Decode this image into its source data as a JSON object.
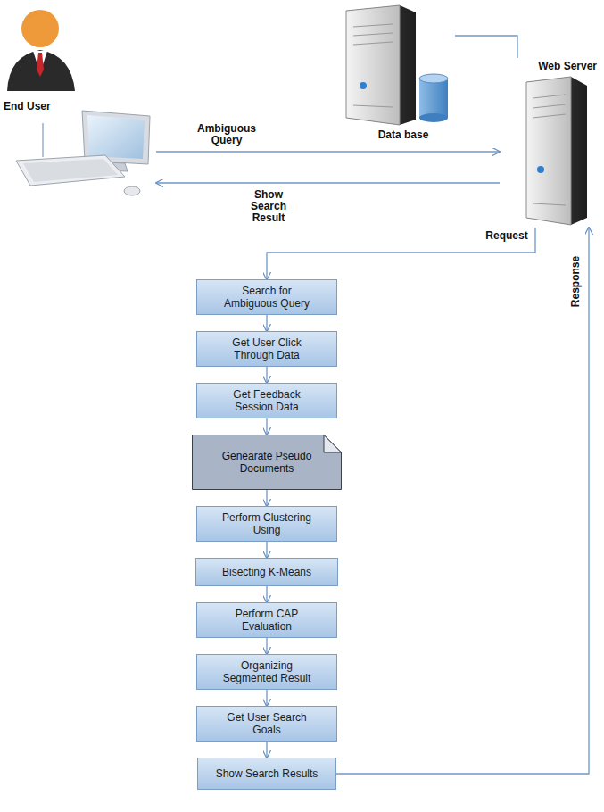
{
  "diagram": {
    "nodes": [
      {
        "text": [
          "End User"
        ]
      },
      {
        "text": [
          "Data base"
        ]
      },
      {
        "text": [
          "Web Server"
        ]
      },
      {
        "text": [
          "Search for Ambiguous Query"
        ]
      },
      {
        "text": [
          "Get User Click Through Data"
        ]
      },
      {
        "text": [
          "Get Feedback Session Data"
        ]
      },
      {
        "text": [
          "Genearate Pseudo Documents"
        ]
      },
      {
        "text": [
          "Perform Clustering Using"
        ]
      },
      {
        "text": [
          "Bisecting K-Means"
        ]
      },
      {
        "text": [
          "Perform CAP Evaluation"
        ]
      },
      {
        "text": [
          "Organizing Segmented Result"
        ]
      },
      {
        "text": [
          "Get User Search Goals"
        ]
      },
      {
        "text": [
          "Show Search Results"
        ]
      }
    ],
    "edges": [
      {
        "from": 0,
        "to": 2,
        "label": "Ambiguous Query",
        "arrow": "to"
      },
      {
        "from": 2,
        "to": 0,
        "label": "Show Search Result",
        "arrow": "to"
      },
      {
        "from": 1,
        "to": 2,
        "arrow": "none"
      },
      {
        "from": 2,
        "to": 3,
        "label": "Request",
        "arrow": "to"
      },
      {
        "from": 3,
        "to": 4,
        "arrow": "to"
      },
      {
        "from": 4,
        "to": 5,
        "arrow": "to"
      },
      {
        "from": 5,
        "to": 6,
        "arrow": "to"
      },
      {
        "from": 6,
        "to": 7,
        "arrow": "to"
      },
      {
        "from": 7,
        "to": 8,
        "arrow": "to"
      },
      {
        "from": 8,
        "to": 9,
        "arrow": "to"
      },
      {
        "from": 9,
        "to": 10,
        "arrow": "to"
      },
      {
        "from": 10,
        "to": 11,
        "arrow": "to"
      },
      {
        "from": 11,
        "to": 12,
        "arrow": "to"
      },
      {
        "from": 12,
        "to": 2,
        "label": "Response",
        "arrow": "to"
      }
    ]
  }
}
